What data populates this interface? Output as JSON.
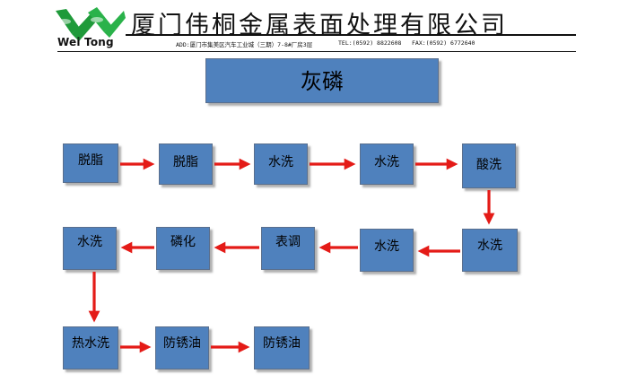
{
  "header": {
    "logo_text": "Wei Tong",
    "company_name": "厦门伟桐金属表面处理有限公司",
    "address": "ADD:厦门市集美区汽车工业城（三期）7-8#厂房3层",
    "tel": "TEL:(0592) 8822608",
    "fax": "FAX:(0592) 6772640"
  },
  "diagram": {
    "title": "灰磷",
    "steps": [
      "脱脂",
      "脱脂",
      "水洗",
      "水洗",
      "酸洗",
      "水洗",
      "水洗",
      "表调",
      "磷化",
      "水洗",
      "热水洗",
      "防锈油",
      "防锈油"
    ]
  },
  "colors": {
    "box_fill": "#4f81bd",
    "arrow": "#e41b17"
  }
}
